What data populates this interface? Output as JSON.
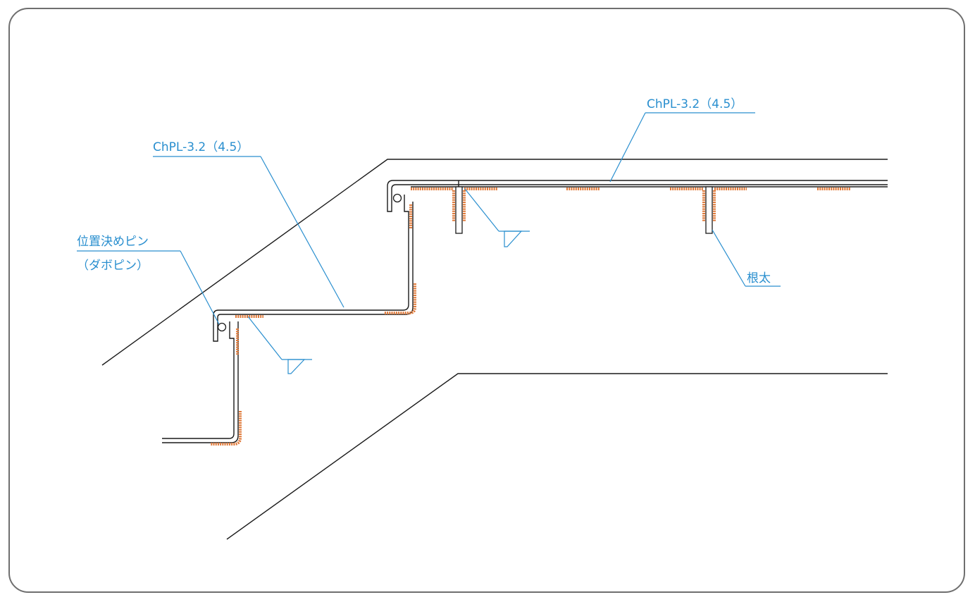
{
  "callouts": {
    "plate_upper": "ChPL-3.2（4.5）",
    "plate_lower": "ChPL-3.2（4.5）",
    "pin_line1": "位置決めピン",
    "pin_line2": "（ダボピン）",
    "joist": "根太"
  },
  "colors": {
    "outline": "#1a1a1a",
    "callout": "#2a8fcf",
    "weld": "#e07a3a",
    "frame": "#6f6f6f"
  }
}
